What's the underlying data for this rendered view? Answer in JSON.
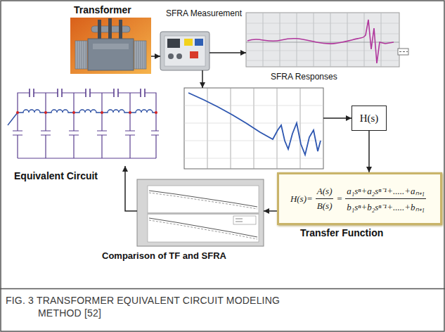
{
  "diagram": {
    "caption": "FIG. 3 TRANSFORMER EQUIVALENT CIRCUIT MODELING METHOD [52]",
    "nodes": [
      {
        "text": [
          "Transformer"
        ]
      },
      {
        "text": [
          "SFRA Measurement"
        ]
      },
      {
        "text": [
          "SFRA Responses"
        ]
      },
      {
        "text": []
      },
      {
        "text": [
          "H(s)"
        ]
      },
      {
        "text": [
          "H(s)=",
          "A(s)",
          "B(s)",
          "=",
          "a₁sⁿ+a₂sⁿ⁻¹+.....+aₙ₊₁",
          "b₁sⁿ+b₂sⁿ⁻¹+.....+bₙ₊₁",
          "Transfer Function"
        ]
      },
      {
        "text": [
          "Comparison of TF and SFRA"
        ]
      },
      {
        "text": [
          "Equivalent Circuit"
        ]
      }
    ],
    "edges": [
      {
        "from": 0,
        "to": 1,
        "arrow": "to"
      },
      {
        "from": 1,
        "to": 2,
        "arrow": "to"
      },
      {
        "from": 1,
        "to": 3,
        "arrow": "to"
      },
      {
        "from": 3,
        "to": 4,
        "arrow": "to"
      },
      {
        "from": 4,
        "to": 5,
        "arrow": "to"
      },
      {
        "from": 5,
        "to": 6,
        "arrow": "to"
      },
      {
        "from": 6,
        "to": 7,
        "arrow": "to"
      }
    ]
  }
}
